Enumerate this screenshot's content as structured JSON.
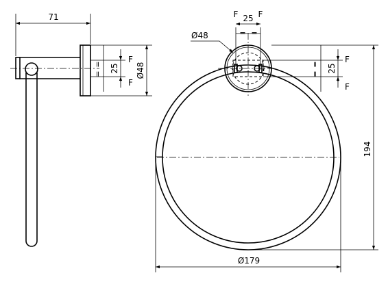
{
  "dimensions": {
    "side_depth": "71",
    "side_hole_spacing": "25",
    "side_rosette_diameter": "Ø48",
    "front_hole_spacing_h": "25",
    "front_rosette_diameter": "Ø48",
    "front_hole_spacing_v": "25",
    "ring_height": "194",
    "ring_diameter": "Ø179"
  },
  "markers": {
    "fixing": "F",
    "equal": "="
  }
}
